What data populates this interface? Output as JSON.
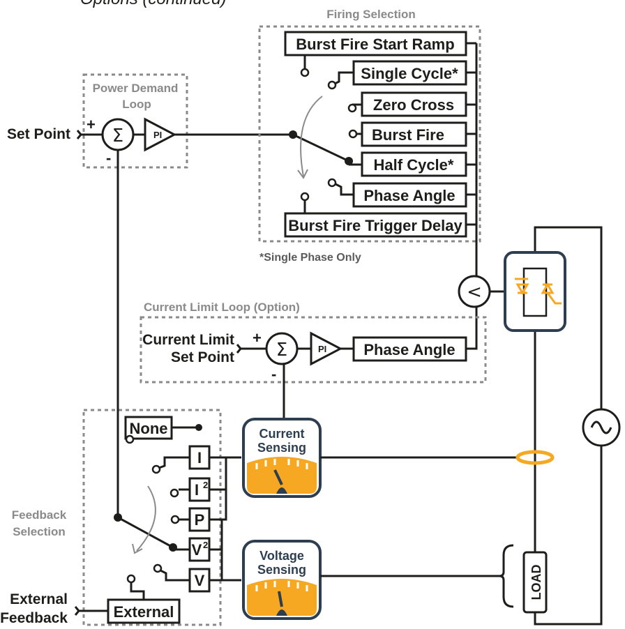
{
  "page_title_fragment": "Options (continued)",
  "power_loop": {
    "title_line1": "Power Demand",
    "title_line2": "Loop",
    "input_label": "Set Point",
    "plus": "+",
    "minus": "-",
    "sum_symbol": "Σ",
    "pi_label": "PI"
  },
  "firing": {
    "title": "Firing Selection",
    "modes": [
      "Burst Fire Start Ramp",
      "Single Cycle*",
      "Zero Cross",
      "Burst Fire",
      "Half Cycle*",
      "Phase Angle",
      "Burst Fire Trigger Delay"
    ],
    "selected_mode": "Half Cycle*",
    "footnote": "*Single Phase Only"
  },
  "min_select_symbol": "<",
  "current_limit": {
    "title": "Current Limit Loop (Option)",
    "input_line1": "Current Limit",
    "input_line2": "Set Point",
    "plus": "+",
    "minus": "-",
    "sum_symbol": "Σ",
    "pi_label": "PI",
    "output_label": "Phase Angle"
  },
  "feedback": {
    "title_line1": "Feedback",
    "title_line2": "Selection",
    "options": {
      "none": "None",
      "i": "I",
      "i2_base": "I",
      "i2_sup": "2",
      "p": "P",
      "v2_base": "V",
      "v2_sup": "2",
      "v": "V",
      "external": "External"
    },
    "selected_option": "V2",
    "external_input_line1": "External",
    "external_input_line2": "Feedback"
  },
  "sensors": {
    "current_line1": "Current",
    "current_line2": "Sensing",
    "voltage_line1": "Voltage",
    "voltage_line2": "Sensing"
  },
  "power_circuit": {
    "load_label": "LOAD",
    "ac_source_symbol": "~"
  },
  "colors": {
    "wire": "#1d1d1b",
    "dashed_border": "#8a8a8a",
    "accent_orange": "#f6a823",
    "gauge_navy": "#2d3e50"
  }
}
